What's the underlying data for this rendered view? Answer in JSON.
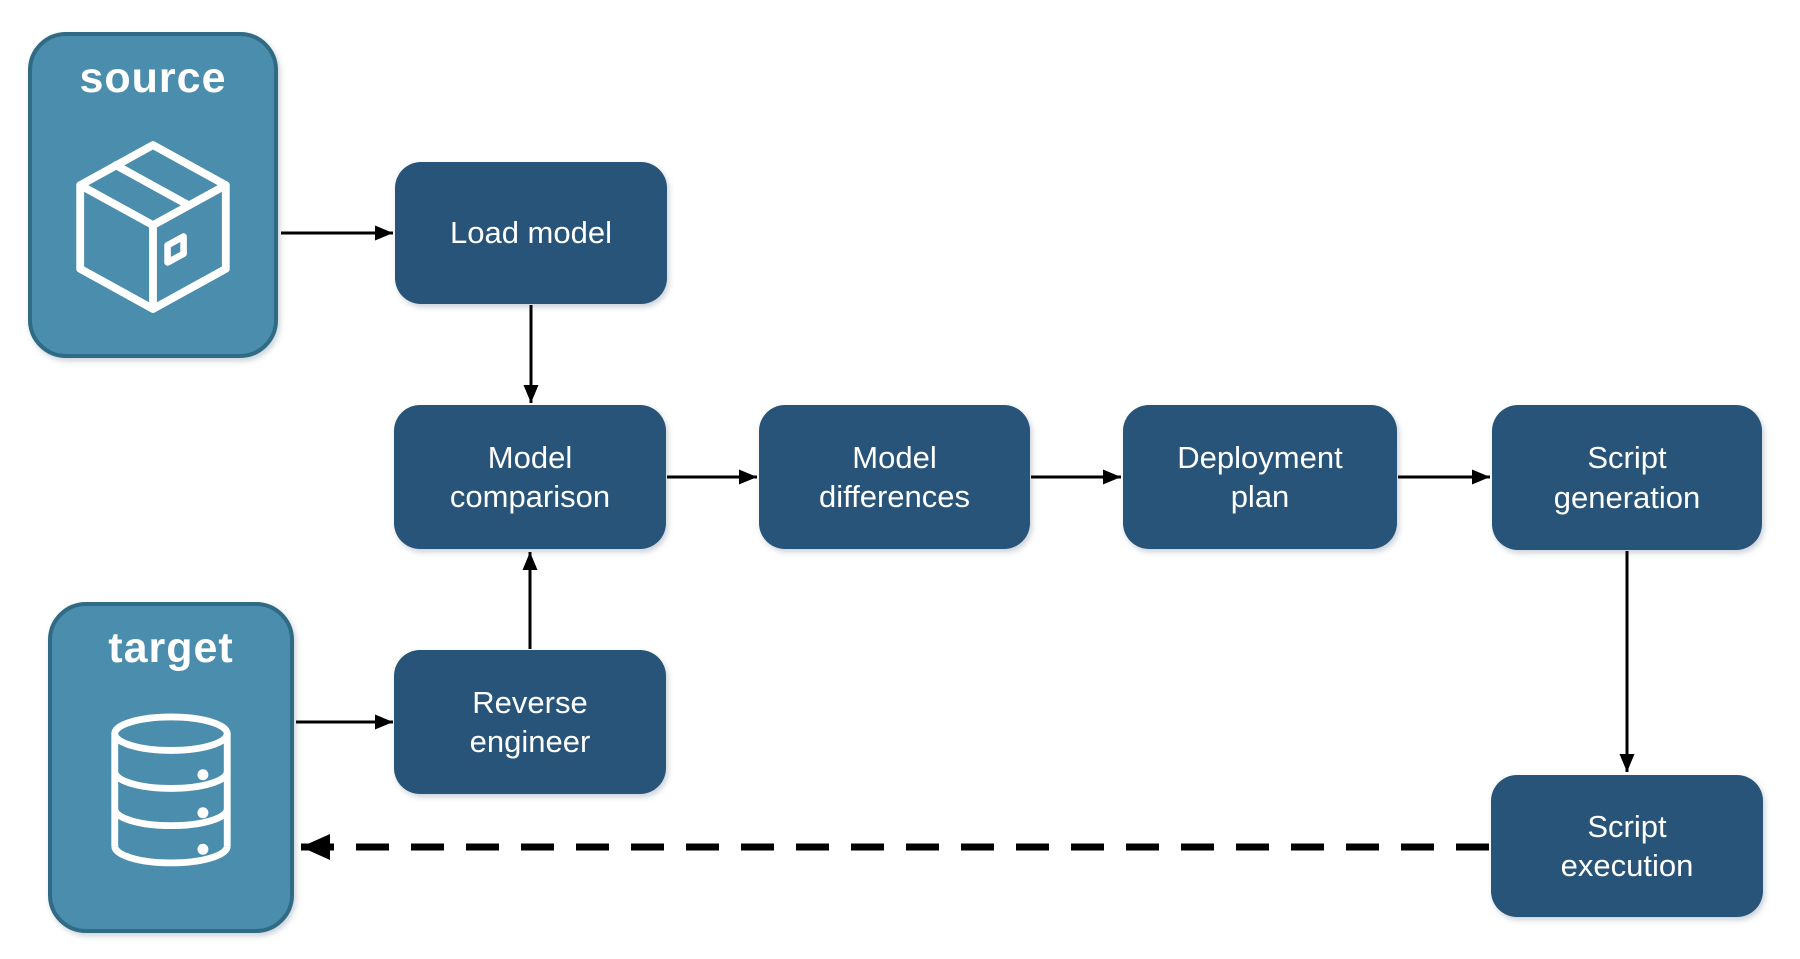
{
  "colors": {
    "node_fill": "#275478",
    "endpoint_fill": "#4A8DAC",
    "endpoint_border": "#2F6B84",
    "arrow": "#000000",
    "text": "#FFFFFF",
    "background": "#FFFFFF"
  },
  "endpoints": {
    "source": {
      "label": "source",
      "icon": "package-icon"
    },
    "target": {
      "label": "target",
      "icon": "database-icon"
    }
  },
  "nodes": {
    "load_model": {
      "label": "Load model"
    },
    "model_comparison": {
      "label": "Model\ncomparison"
    },
    "model_differences": {
      "label": "Model\ndifferences"
    },
    "deployment_plan": {
      "label": "Deployment\nplan"
    },
    "script_generation": {
      "label": "Script\ngeneration"
    },
    "reverse_engineer": {
      "label": "Reverse\nengineer"
    },
    "script_execution": {
      "label": "Script\nexecution"
    }
  },
  "connections": [
    {
      "from": "source",
      "to": "load_model",
      "style": "solid"
    },
    {
      "from": "load_model",
      "to": "model_comparison",
      "style": "solid"
    },
    {
      "from": "model_comparison",
      "to": "model_differences",
      "style": "solid"
    },
    {
      "from": "model_differences",
      "to": "deployment_plan",
      "style": "solid"
    },
    {
      "from": "deployment_plan",
      "to": "script_generation",
      "style": "solid"
    },
    {
      "from": "script_generation",
      "to": "script_execution",
      "style": "solid"
    },
    {
      "from": "reverse_engineer",
      "to": "model_comparison",
      "style": "solid"
    },
    {
      "from": "target",
      "to": "reverse_engineer",
      "style": "solid"
    },
    {
      "from": "script_execution",
      "to": "target",
      "style": "dashed"
    }
  ]
}
